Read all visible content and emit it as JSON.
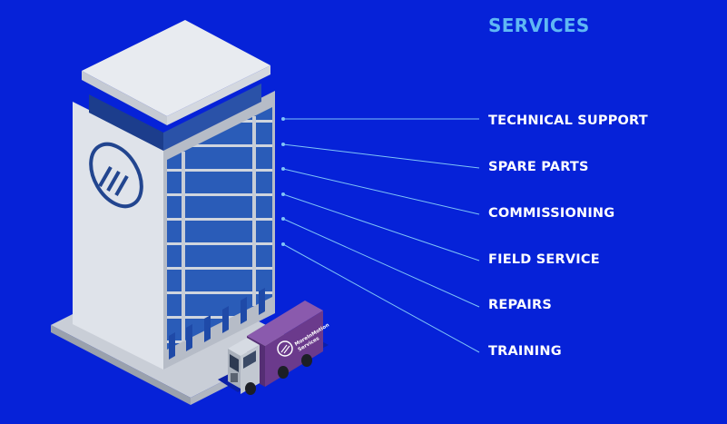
{
  "heading": "SERVICES",
  "services": [
    "TECHNICAL SUPPORT",
    "SPARE PARTS",
    "COMMISSIONING",
    "FIELD SERVICE",
    "REPAIRS",
    "TRAINING"
  ],
  "truck": {
    "logo_line1": "MoreInMotion",
    "logo_line2": "Services"
  },
  "colors": {
    "background": "#0622d8",
    "heading": "#5fb8f4",
    "label": "#ffffff",
    "connector": "#7fc4f7",
    "building_light": "#dfe3ea",
    "building_mid": "#b6bcc7",
    "window_blue": "#2a5cb8",
    "truck_purple": "#6b3a8c"
  },
  "icons": {
    "building": "office-building-icon",
    "truck": "delivery-truck-icon",
    "logo": "company-logo-icon"
  }
}
